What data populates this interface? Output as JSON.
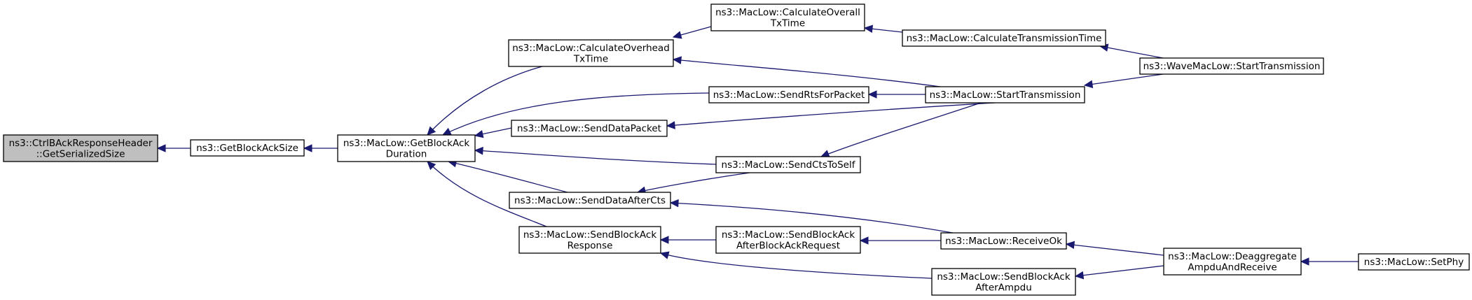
{
  "nodes": [
    {
      "id": "root",
      "lines": [
        "ns3::CtrlBAckResponseHeader",
        "::GetSerializedSize"
      ]
    },
    {
      "id": "gbas",
      "lines": [
        "ns3::GetBlockAckSize"
      ]
    },
    {
      "id": "gbad",
      "lines": [
        "ns3::MacLow::GetBlockAck",
        "Duration"
      ]
    },
    {
      "id": "cotx",
      "lines": [
        "ns3::MacLow::CalculateOverhead",
        "TxTime"
      ]
    },
    {
      "id": "catx",
      "lines": [
        "ns3::MacLow::CalculateOverall",
        "TxTime"
      ]
    },
    {
      "id": "cttime",
      "lines": [
        "ns3::MacLow::CalculateTransmissionTime"
      ]
    },
    {
      "id": "wave",
      "lines": [
        "ns3::WaveMacLow::StartTransmission"
      ]
    },
    {
      "id": "srts",
      "lines": [
        "ns3::MacLow::SendRtsForPacket"
      ]
    },
    {
      "id": "stx",
      "lines": [
        "ns3::MacLow::StartTransmission"
      ]
    },
    {
      "id": "sdp",
      "lines": [
        "ns3::MacLow::SendDataPacket"
      ]
    },
    {
      "id": "scts",
      "lines": [
        "ns3::MacLow::SendCtsToSelf"
      ]
    },
    {
      "id": "sdac",
      "lines": [
        "ns3::MacLow::SendDataAfterCts"
      ]
    },
    {
      "id": "sbar",
      "lines": [
        "ns3::MacLow::SendBlockAck",
        "Response"
      ]
    },
    {
      "id": "sbabar",
      "lines": [
        "ns3::MacLow::SendBlockAck",
        "AfterBlockAckRequest"
      ]
    },
    {
      "id": "rok",
      "lines": [
        "ns3::MacLow::ReceiveOk"
      ]
    },
    {
      "id": "sbaam",
      "lines": [
        "ns3::MacLow::SendBlockAck",
        "AfterAmpdu"
      ]
    },
    {
      "id": "deagg",
      "lines": [
        "ns3::MacLow::Deaggregate",
        "AmpduAndReceive"
      ]
    },
    {
      "id": "setphy",
      "lines": [
        "ns3::MacLow::SetPhy"
      ]
    }
  ],
  "edges": [
    {
      "from": "gbas",
      "to": "root"
    },
    {
      "from": "gbad",
      "to": "gbas"
    },
    {
      "from": "cotx",
      "to": "gbad"
    },
    {
      "from": "srts",
      "to": "gbad"
    },
    {
      "from": "sdp",
      "to": "gbad"
    },
    {
      "from": "scts",
      "to": "gbad"
    },
    {
      "from": "sdac",
      "to": "gbad"
    },
    {
      "from": "sbar",
      "to": "gbad"
    },
    {
      "from": "catx",
      "to": "cotx"
    },
    {
      "from": "stx",
      "to": "cotx"
    },
    {
      "from": "cttime",
      "to": "catx"
    },
    {
      "from": "wave",
      "to": "cttime"
    },
    {
      "from": "stx",
      "to": "srts"
    },
    {
      "from": "wave",
      "to": "stx"
    },
    {
      "from": "stx",
      "to": "sdp"
    },
    {
      "from": "stx",
      "to": "scts"
    },
    {
      "from": "scts",
      "to": "sdac"
    },
    {
      "from": "rok",
      "to": "sdac"
    },
    {
      "from": "sbabar",
      "to": "sbar"
    },
    {
      "from": "sbaam",
      "to": "sbar"
    },
    {
      "from": "rok",
      "to": "sbabar"
    },
    {
      "from": "deagg",
      "to": "rok"
    },
    {
      "from": "deagg",
      "to": "sbaam"
    },
    {
      "from": "setphy",
      "to": "deagg"
    }
  ]
}
